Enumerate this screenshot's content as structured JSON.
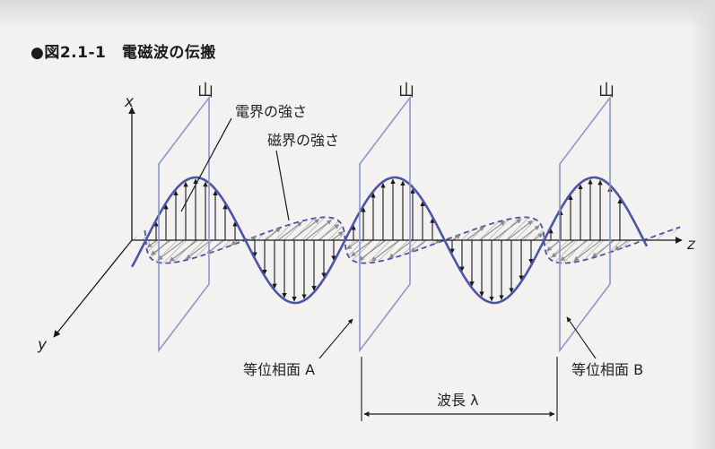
{
  "figure": {
    "title": "●図2.1-1　電磁波の伝搬"
  },
  "labels": {
    "peak": "山",
    "electric_field": "電界の強さ",
    "magnetic_field": "磁界の強さ",
    "plane_a": "等位相面 A",
    "plane_b": "等位相面 B",
    "wavelength": "波長 λ"
  },
  "axes": {
    "x": "x",
    "y": "y",
    "z": "z"
  },
  "colors": {
    "wave": "#4a55a8",
    "plane": "#8d97c8",
    "arrow": "#1a1a1a",
    "magnetic_arrow": "#8a8a8a",
    "hatch": "#9a9a9a"
  }
}
